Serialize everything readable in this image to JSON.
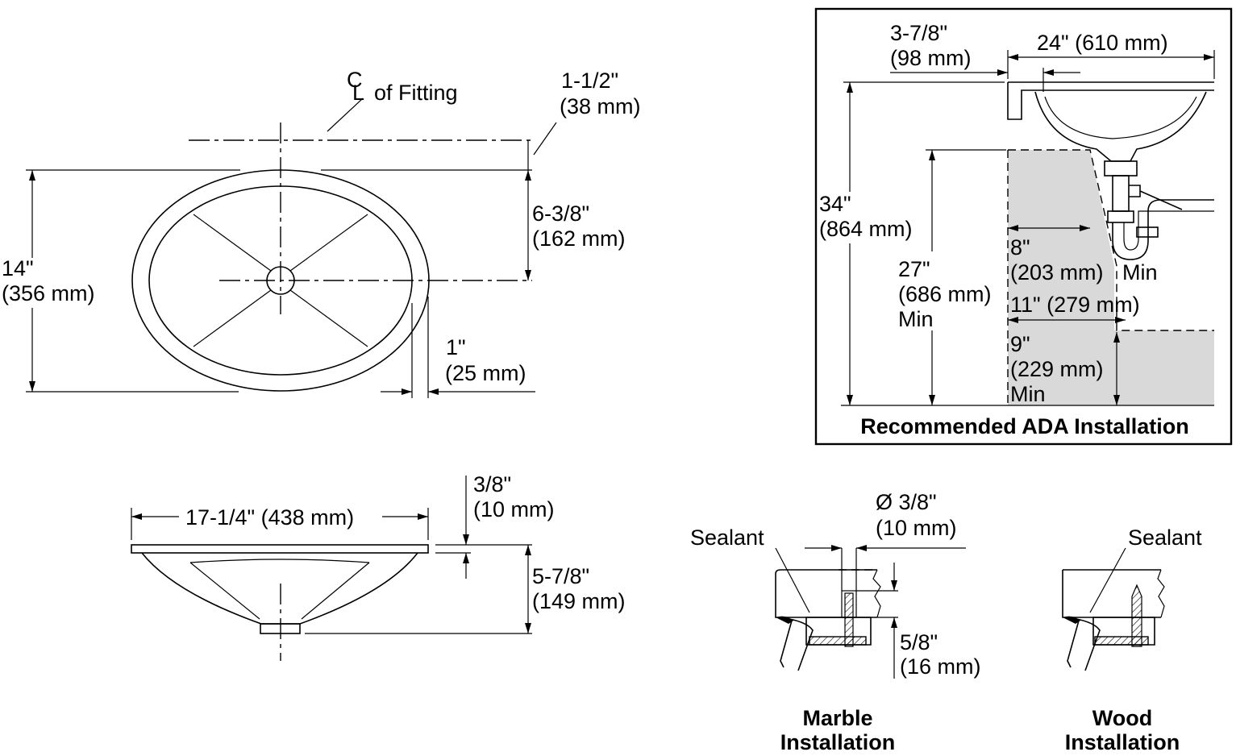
{
  "top_view": {
    "centerline_label": "of Fitting",
    "centerline_symbol_c": "C",
    "centerline_symbol_l": "L",
    "offset_dim": [
      "1-1/2\"",
      "(38 mm)"
    ],
    "half_width_dim": [
      "6-3/8\"",
      "(162 mm)"
    ],
    "width_dim": [
      "14\"",
      "(356 mm)"
    ],
    "rim_dim": [
      "1\"",
      "(25 mm)"
    ]
  },
  "side_view": {
    "length_dim": "17-1/4\" (438 mm)",
    "rim_thickness_dim": [
      "3/8\"",
      "(10 mm)"
    ],
    "depth_dim": [
      "5-7/8\"",
      "(149 mm)"
    ]
  },
  "ada": {
    "title": "Recommended ADA Installation",
    "setback_dim": [
      "3-7/8\"",
      "(98 mm)"
    ],
    "counter_dim": "24\" (610 mm)",
    "height_dim": [
      "34\"",
      "(864 mm)"
    ],
    "knee_dim": [
      "27\"",
      "(686 mm)",
      "Min"
    ],
    "depth8_dim": [
      "8\"",
      "(203 mm)",
      "Min"
    ],
    "depth11_dim": "11\" (279 mm)",
    "toe_dim": [
      "9\"",
      "(229 mm)",
      "Min"
    ]
  },
  "marble": {
    "sealant_label": "Sealant",
    "diameter_dim": [
      "Ø 3/8\"",
      "(10 mm)"
    ],
    "thickness_dim": [
      "5/8\"",
      "(16 mm)"
    ],
    "caption": [
      "Marble",
      "Installation"
    ]
  },
  "wood": {
    "sealant_label": "Sealant",
    "caption": [
      "Wood",
      "Installation"
    ]
  }
}
